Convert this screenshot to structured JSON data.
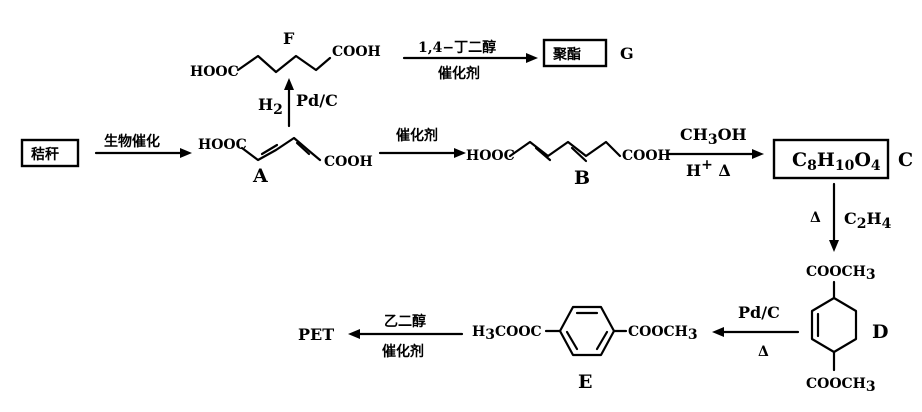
{
  "start": {
    "box": "秸秆"
  },
  "step1": {
    "condition": "生物催化"
  },
  "compound_a": {
    "left_group": "HOOC",
    "right_group": "COOH",
    "label": "A"
  },
  "step_f": {
    "reagent": "H",
    "reagent_sub": "2",
    "catalyst": "Pd/C"
  },
  "compound_f": {
    "left_group": "HOOC",
    "right_group": "COOH",
    "label": "F"
  },
  "step_g": {
    "top": "1,4−丁二醇",
    "bottom": "催化剂"
  },
  "product_g": {
    "box": "聚酯",
    "label": "G"
  },
  "step2": {
    "condition": "催化剂"
  },
  "compound_b": {
    "left_group": "HOOC",
    "right_group": "COOH",
    "label": "B"
  },
  "step3": {
    "top": "CH",
    "top_sub": "3",
    "top_tail": "OH",
    "bottom": "H",
    "bottom_sup": "+",
    "bottom_tail": " Δ"
  },
  "compound_c": {
    "formula_parts": [
      "C",
      "8",
      "H",
      "10",
      "O",
      "4"
    ],
    "label": "C"
  },
  "step4": {
    "left": "Δ",
    "right": "C",
    "right_sub": "2",
    "right_tail": "H",
    "right_sub2": "4"
  },
  "compound_d": {
    "top_group": "COOCH",
    "top_sub": "3",
    "bottom_group": "COOCH",
    "bottom_sub": "3",
    "label": "D"
  },
  "step5": {
    "top": "Pd/C",
    "bottom": "Δ"
  },
  "compound_e": {
    "left_group": "H",
    "left_sub": "3",
    "left_tail": "COOC",
    "right_group": "COOCH",
    "right_sub": "3",
    "label": "E"
  },
  "step6": {
    "top": "乙二醇",
    "bottom": "催化剂"
  },
  "final": {
    "label": "PET"
  }
}
